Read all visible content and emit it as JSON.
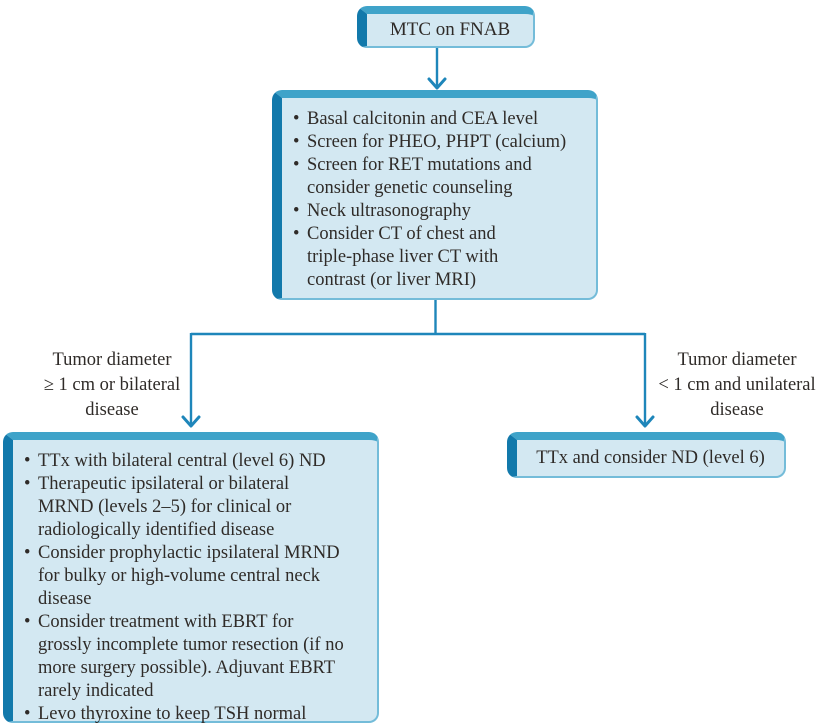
{
  "palette": {
    "fill": "#d3e8f2",
    "bar_top": "#3fa3c9",
    "bar_left": "#1279ab",
    "border_thin": "#74bcd9",
    "connector": "#1e86ba",
    "text": "#2f2b28"
  },
  "nodes": {
    "start": {
      "label": "MTC on FNAB"
    },
    "workup": {
      "bullets": [
        [
          "Basal calcitonin and CEA level"
        ],
        [
          "Screen for PHEO, PHPT (calcium)"
        ],
        [
          "Screen for RET mutations and",
          "consider genetic counseling"
        ],
        [
          "Neck ultrasonography"
        ],
        [
          "Consider CT of chest and",
          "triple-phase liver CT with",
          "contrast (or liver MRI)"
        ]
      ]
    },
    "extensive": {
      "bullets": [
        [
          "TTx with bilateral central (level 6) ND"
        ],
        [
          "Therapeutic ipsilateral or bilateral",
          "MRND (levels 2–5) for clinical or",
          "radiologically identified disease"
        ],
        [
          "Consider prophylactic ipsilateral MRND",
          "for bulky or high-volume central neck",
          "disease"
        ],
        [
          "Consider treatment with EBRT for",
          "grossly incomplete tumor resection (if no",
          "more surgery possible). Adjuvant EBRT",
          "rarely indicated"
        ],
        [
          "Levo thyroxine to keep TSH normal"
        ]
      ]
    },
    "limited": {
      "label": "TTx and consider ND (level 6)"
    }
  },
  "branches": {
    "left": {
      "label": [
        "Tumor diameter",
        "≥ 1 cm or bilateral",
        "disease"
      ]
    },
    "right": {
      "label": [
        "Tumor diameter",
        "< 1 cm and unilateral",
        "disease"
      ]
    }
  }
}
